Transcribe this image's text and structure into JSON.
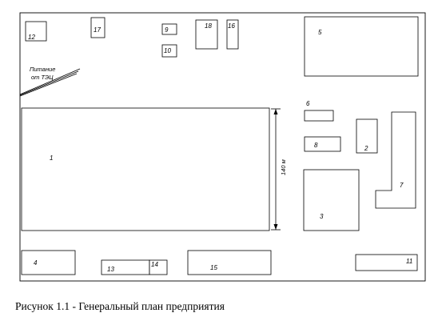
{
  "figure": {
    "caption": "Рисунок 1.1 - Генеральный план предприятия",
    "power_label_line1": "Питание",
    "power_label_line2": "от ТЭЦ",
    "dimension_label": "140 м",
    "buildings": [
      {
        "id": "1",
        "label": "1"
      },
      {
        "id": "2",
        "label": "2"
      },
      {
        "id": "3",
        "label": "3"
      },
      {
        "id": "4",
        "label": "4"
      },
      {
        "id": "5",
        "label": "5"
      },
      {
        "id": "6",
        "label": "6"
      },
      {
        "id": "7",
        "label": "7"
      },
      {
        "id": "8",
        "label": "8"
      },
      {
        "id": "9",
        "label": "9"
      },
      {
        "id": "10",
        "label": "10"
      },
      {
        "id": "11",
        "label": "11"
      },
      {
        "id": "12",
        "label": "12"
      },
      {
        "id": "13",
        "label": "13"
      },
      {
        "id": "14",
        "label": "14"
      },
      {
        "id": "15",
        "label": "15"
      },
      {
        "id": "16",
        "label": "16"
      },
      {
        "id": "17",
        "label": "17"
      },
      {
        "id": "18",
        "label": "18"
      }
    ]
  }
}
